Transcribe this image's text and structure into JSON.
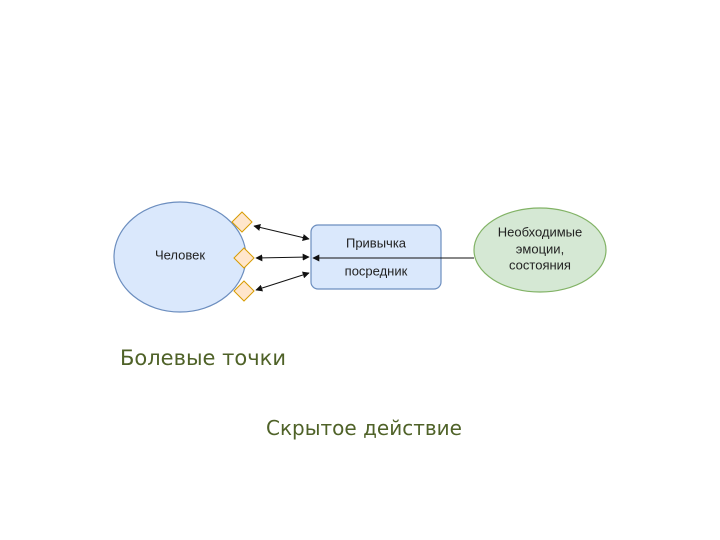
{
  "diagram": {
    "person": {
      "label": "Человек"
    },
    "habit": {
      "line1": "Привычка",
      "line2": "посредник"
    },
    "needs": {
      "line1": "Необходимые",
      "line2": "эмоции,",
      "line3": "состояния"
    }
  },
  "captions": {
    "pain_points": "Болевые точки",
    "hidden_action": "Скрытое действие"
  },
  "colors": {
    "person_fill": "#dae8fc",
    "person_stroke": "#6c8ebf",
    "needs_fill": "#d5e8d4",
    "needs_stroke": "#82b366",
    "diamond_fill": "#ffe6cc",
    "diamond_stroke": "#d79b00",
    "caption_text": "#4f6228"
  }
}
